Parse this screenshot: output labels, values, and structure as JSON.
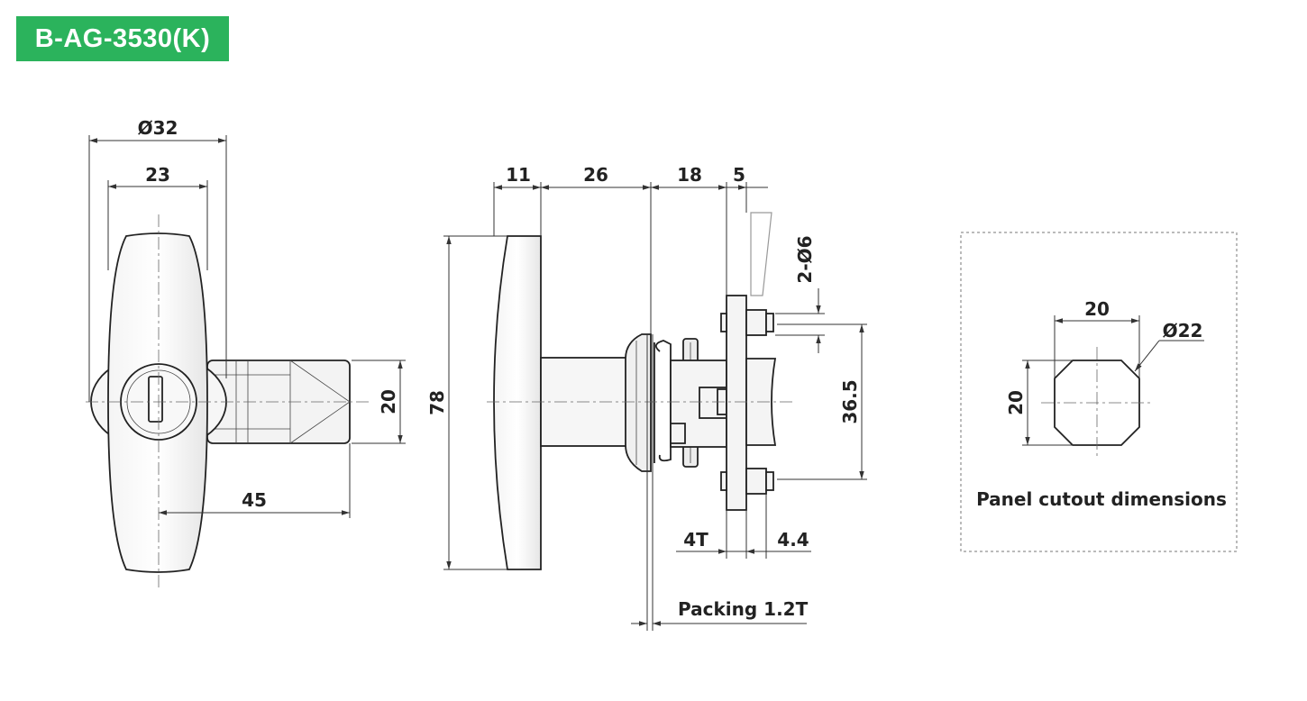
{
  "title": "B-AG-3530(K)",
  "colors": {
    "title_bg": "#2bb35c",
    "title_text": "#ffffff",
    "line": "#222222"
  },
  "front_view": {
    "dims": {
      "outer_dia": "Ø32",
      "width": "23",
      "length": "45",
      "cam_width": "20"
    }
  },
  "side_view": {
    "dims": {
      "handle": "11",
      "shaft": "26",
      "body": "18",
      "flange": "5",
      "height": "78",
      "holes": "2-Ø6",
      "hole_pitch": "36.5",
      "thickness_4t": "4T",
      "offset": "4.4"
    },
    "packing_label": "Packing 1.2T"
  },
  "cutout": {
    "dims": {
      "width": "20",
      "height": "20",
      "dia": "Ø22"
    },
    "label": "Panel cutout dimensions"
  }
}
